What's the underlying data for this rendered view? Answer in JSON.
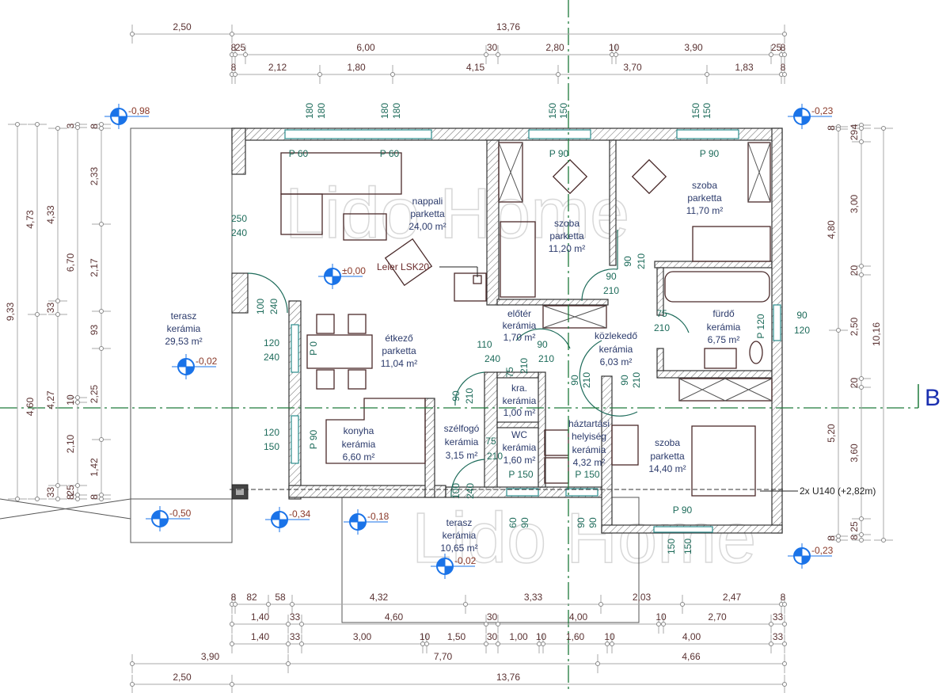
{
  "watermark": "Lido Home",
  "axis_label": "B",
  "dims": {
    "top1": [
      "2,50",
      "13,76"
    ],
    "top2": [
      "8",
      "25",
      "6,00",
      "30",
      "2,80",
      "10",
      "3,90",
      "25",
      "8"
    ],
    "top3": [
      "8",
      "2,12",
      "1,80",
      "4,15",
      "3,70",
      "1,83",
      "8"
    ],
    "bot1": [
      "8",
      "82",
      "58",
      "4,32",
      "3,33",
      "2,03",
      "2,47",
      "8"
    ],
    "bot2": [
      "1,40",
      "33",
      "4,60",
      "30",
      "4,00",
      "10",
      "2,70",
      "33"
    ],
    "bot3": [
      "1,40",
      "33",
      "3,00",
      "10",
      "1,50",
      "30",
      "1,00",
      "10",
      "1,60",
      "10",
      "4,00",
      "33"
    ],
    "bot4": [
      "3,90",
      "7,70",
      "4,66"
    ],
    "bot5": [
      "2,50",
      "13,76"
    ],
    "left1": [
      "9,33"
    ],
    "left2": [
      "4,73",
      "4,60"
    ],
    "left3": [
      "4,33",
      "33",
      "4,27",
      "33"
    ],
    "left4": [
      "3",
      "6,70",
      "10",
      "2,10",
      "25",
      "8"
    ],
    "left5": [
      "8",
      "2,33",
      "2,17",
      "93",
      "2,25",
      "1,42",
      "8"
    ],
    "right1": [
      "8",
      "4,80",
      "5,20",
      "8"
    ],
    "right2": [
      "4",
      "29",
      "3,00",
      "20",
      "2,50",
      "20",
      "3,60",
      "25",
      "8"
    ],
    "right3": [
      "10,16"
    ]
  },
  "elevations": [
    "-0,98",
    "-0,23",
    "±0,00",
    "-0,02",
    "-0,50",
    "-0,34",
    "-0,18",
    "-0,02",
    "-0,23"
  ],
  "rooms": [
    {
      "name": "nappali",
      "floor": "parketta",
      "area": "24,00 m²"
    },
    {
      "name": "szoba",
      "floor": "parketta",
      "area": "11,20 m²"
    },
    {
      "name": "szoba",
      "floor": "parketta",
      "area": "11,70 m²"
    },
    {
      "name": "előtér",
      "floor": "kerámia",
      "area": "1,70 m²"
    },
    {
      "name": "közlekedő",
      "floor": "kerámia",
      "area": "6,03 m²"
    },
    {
      "name": "fürdő",
      "floor": "kerámia",
      "area": "6,75 m²"
    },
    {
      "name": "étkező",
      "floor": "parketta",
      "area": "11,04 m²"
    },
    {
      "name": "terasz",
      "floor": "kerámia",
      "area": "29,53 m²"
    },
    {
      "name": "kra.",
      "floor": "kerámia",
      "area": "1,00 m²"
    },
    {
      "name": "konyha",
      "floor": "kerámia",
      "area": "6,60 m²"
    },
    {
      "name": "szélfogó",
      "floor": "kerámia",
      "area": "3,15 m²"
    },
    {
      "name": "WC",
      "floor": "kerámia",
      "area": "1,60 m²"
    },
    {
      "name": "háztartási",
      "name2": "helyiség",
      "floor": "kerámia",
      "area": "4,32 m²"
    },
    {
      "name": "szoba",
      "floor": "parketta",
      "area": "14,40 m²"
    },
    {
      "name": "terasz",
      "floor": "kerámia",
      "area": "10,65 m²"
    }
  ],
  "openings": [
    "180",
    "180",
    "180",
    "180",
    "150",
    "150",
    "150",
    "150",
    "P 60",
    "P 60",
    "P 90",
    "P 90",
    "250",
    "240",
    "100",
    "240",
    "120",
    "240",
    "P 0",
    "120",
    "150",
    "P 90",
    "90",
    "210",
    "90",
    "210",
    "110",
    "240",
    "90",
    "210",
    "75",
    "210",
    "90",
    "210",
    "90",
    "210",
    "90",
    "210",
    "75",
    "210",
    "100",
    "240",
    "P 150",
    "P 150",
    "60",
    "90",
    "90",
    "90",
    "75",
    "210",
    "P 120",
    "90",
    "120",
    "P 90",
    "150",
    "150"
  ],
  "annotations": {
    "chimney": "Leier LSK20",
    "beam": "2x U140 (+2,82m)"
  },
  "colors": {
    "dimension_text": "#5a3232",
    "room_text": "#2b3a6b",
    "opening_text": "#1d6b5a",
    "axis": "#1d7a3a",
    "elevation_marker": "#1a73e8"
  }
}
